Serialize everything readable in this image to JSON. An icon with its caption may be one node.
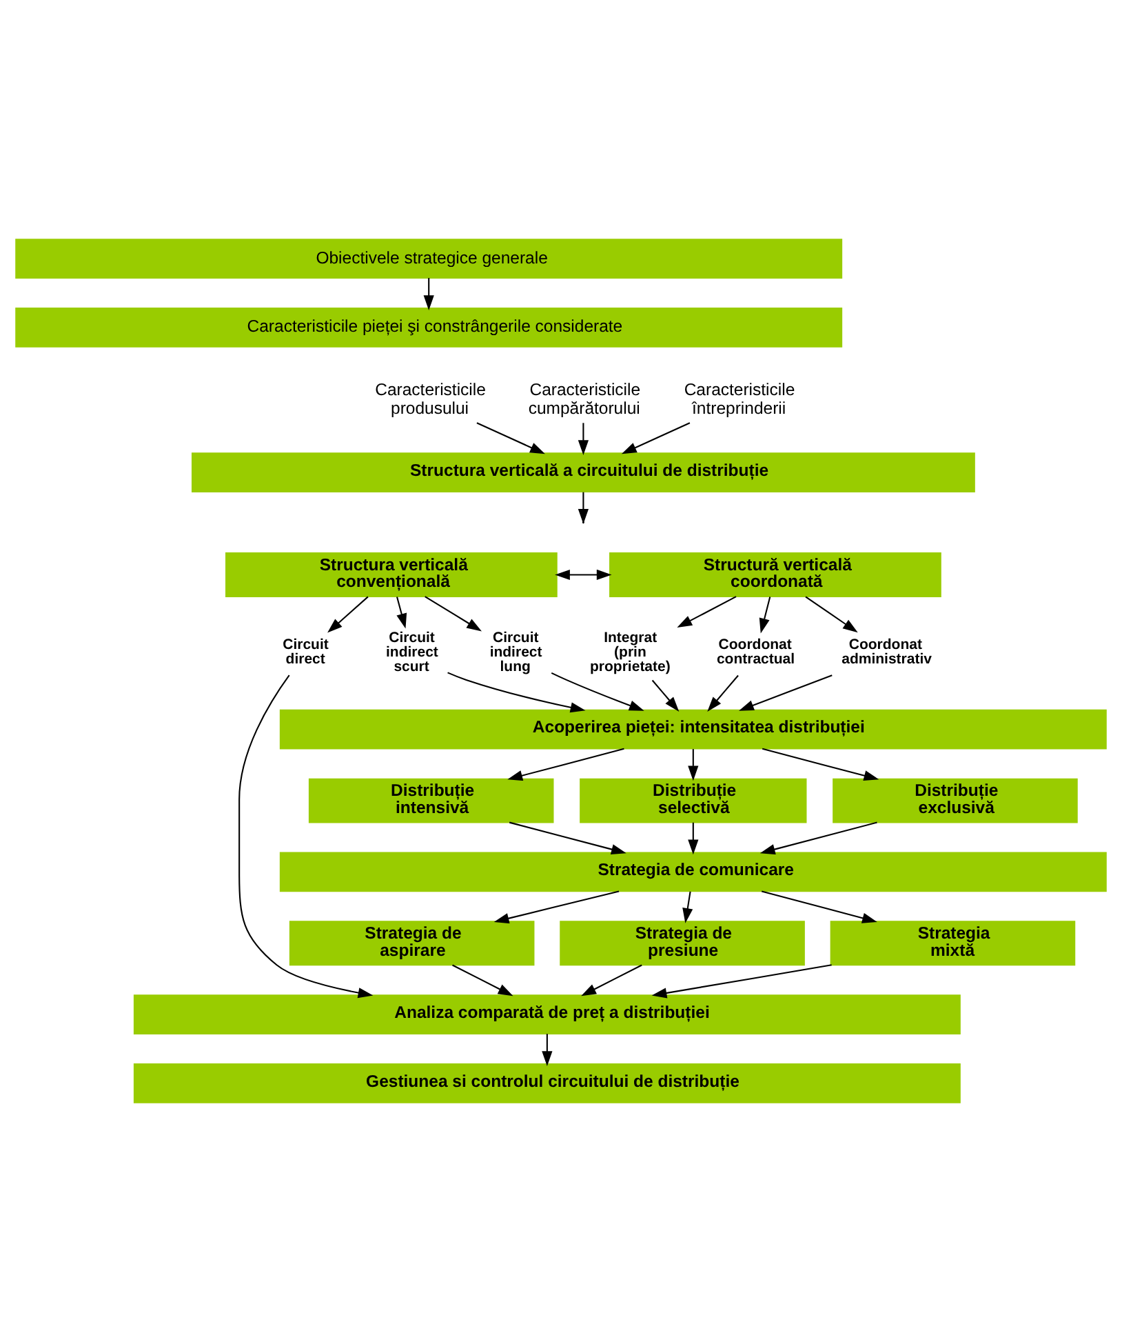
{
  "diagram": {
    "nodes": [
      {
        "text": [
          "Obiectivele strategice generale"
        ]
      },
      {
        "text": [
          "Caracteristicile pieței şi constrângerile considerate"
        ]
      },
      {
        "text": [
          "Caracteristicile cumpărătorului"
        ]
      },
      {
        "text": [
          "Caracteristicile produsului"
        ]
      },
      {
        "text": [
          "Caracteristicile întreprinderii"
        ]
      },
      {
        "text": [
          "Structura verticală a circuitului de distribuție"
        ]
      },
      {
        "text": [
          "Structura verticală convențională"
        ]
      },
      {
        "text": [
          "Structură verticală coordonată"
        ]
      },
      {
        "text": [
          "Circuit direct"
        ]
      },
      {
        "text": [
          "Circuit indirect scurt"
        ]
      },
      {
        "text": [
          "Circuit indirect lung"
        ]
      },
      {
        "text": [
          "Integrat (prin proprietate)"
        ]
      },
      {
        "text": [
          "Coordonat contractual"
        ]
      },
      {
        "text": [
          "Coordonat administrativ"
        ]
      },
      {
        "text": [
          "Acoperirea pieței: intensitatea distribuției"
        ]
      },
      {
        "text": [
          "Distribuție intensivă"
        ]
      },
      {
        "text": [
          "Distribuție selectivă"
        ]
      },
      {
        "text": [
          "Distribuție exclusivă"
        ]
      },
      {
        "text": [
          "Strategia de comunicare"
        ]
      },
      {
        "text": [
          "Strategia de aspirare"
        ]
      },
      {
        "text": [
          "Strategia de presiune"
        ]
      },
      {
        "text": [
          "Strategia mixtă"
        ]
      },
      {
        "text": [
          "Analiza comparată de preț a distribuției"
        ]
      },
      {
        "text": [
          "Gestiunea si controlul circuitului de distribuție"
        ]
      }
    ],
    "edges": [
      {
        "from": 0,
        "to": 1,
        "arrow": "to"
      },
      {
        "from": 2,
        "to": 5,
        "arrow": "to"
      },
      {
        "from": 3,
        "to": 5,
        "arrow": "to"
      },
      {
        "from": 4,
        "to": 5,
        "arrow": "to"
      },
      {
        "from": 5,
        "to": null,
        "arrow": "to"
      },
      {
        "from": 6,
        "to": 7,
        "arrow": "both"
      },
      {
        "from": 6,
        "to": 8,
        "arrow": "to"
      },
      {
        "from": 6,
        "to": 9,
        "arrow": "to"
      },
      {
        "from": 6,
        "to": 10,
        "arrow": "to"
      },
      {
        "from": 7,
        "to": 11,
        "arrow": "to"
      },
      {
        "from": 7,
        "to": 12,
        "arrow": "to"
      },
      {
        "from": 7,
        "to": 13,
        "arrow": "to"
      },
      {
        "from": 9,
        "to": 14,
        "arrow": "to"
      },
      {
        "from": 10,
        "to": 14,
        "arrow": "to"
      },
      {
        "from": 11,
        "to": 14,
        "arrow": "to"
      },
      {
        "from": 12,
        "to": 14,
        "arrow": "to"
      },
      {
        "from": 13,
        "to": 14,
        "arrow": "to"
      },
      {
        "from": 8,
        "to": 22,
        "arrow": "to"
      },
      {
        "from": 14,
        "to": 15,
        "arrow": "to"
      },
      {
        "from": 14,
        "to": 16,
        "arrow": "to"
      },
      {
        "from": 14,
        "to": 17,
        "arrow": "to"
      },
      {
        "from": 15,
        "to": 18,
        "arrow": "to"
      },
      {
        "from": 16,
        "to": 18,
        "arrow": "to"
      },
      {
        "from": 17,
        "to": 18,
        "arrow": "to"
      },
      {
        "from": 18,
        "to": 19,
        "arrow": "to"
      },
      {
        "from": 18,
        "to": 20,
        "arrow": "to"
      },
      {
        "from": 18,
        "to": 21,
        "arrow": "to"
      },
      {
        "from": 19,
        "to": 22,
        "arrow": "to"
      },
      {
        "from": 20,
        "to": 22,
        "arrow": "to"
      },
      {
        "from": 21,
        "to": 22,
        "arrow": "to"
      },
      {
        "from": 22,
        "to": 23,
        "arrow": "to"
      }
    ]
  }
}
